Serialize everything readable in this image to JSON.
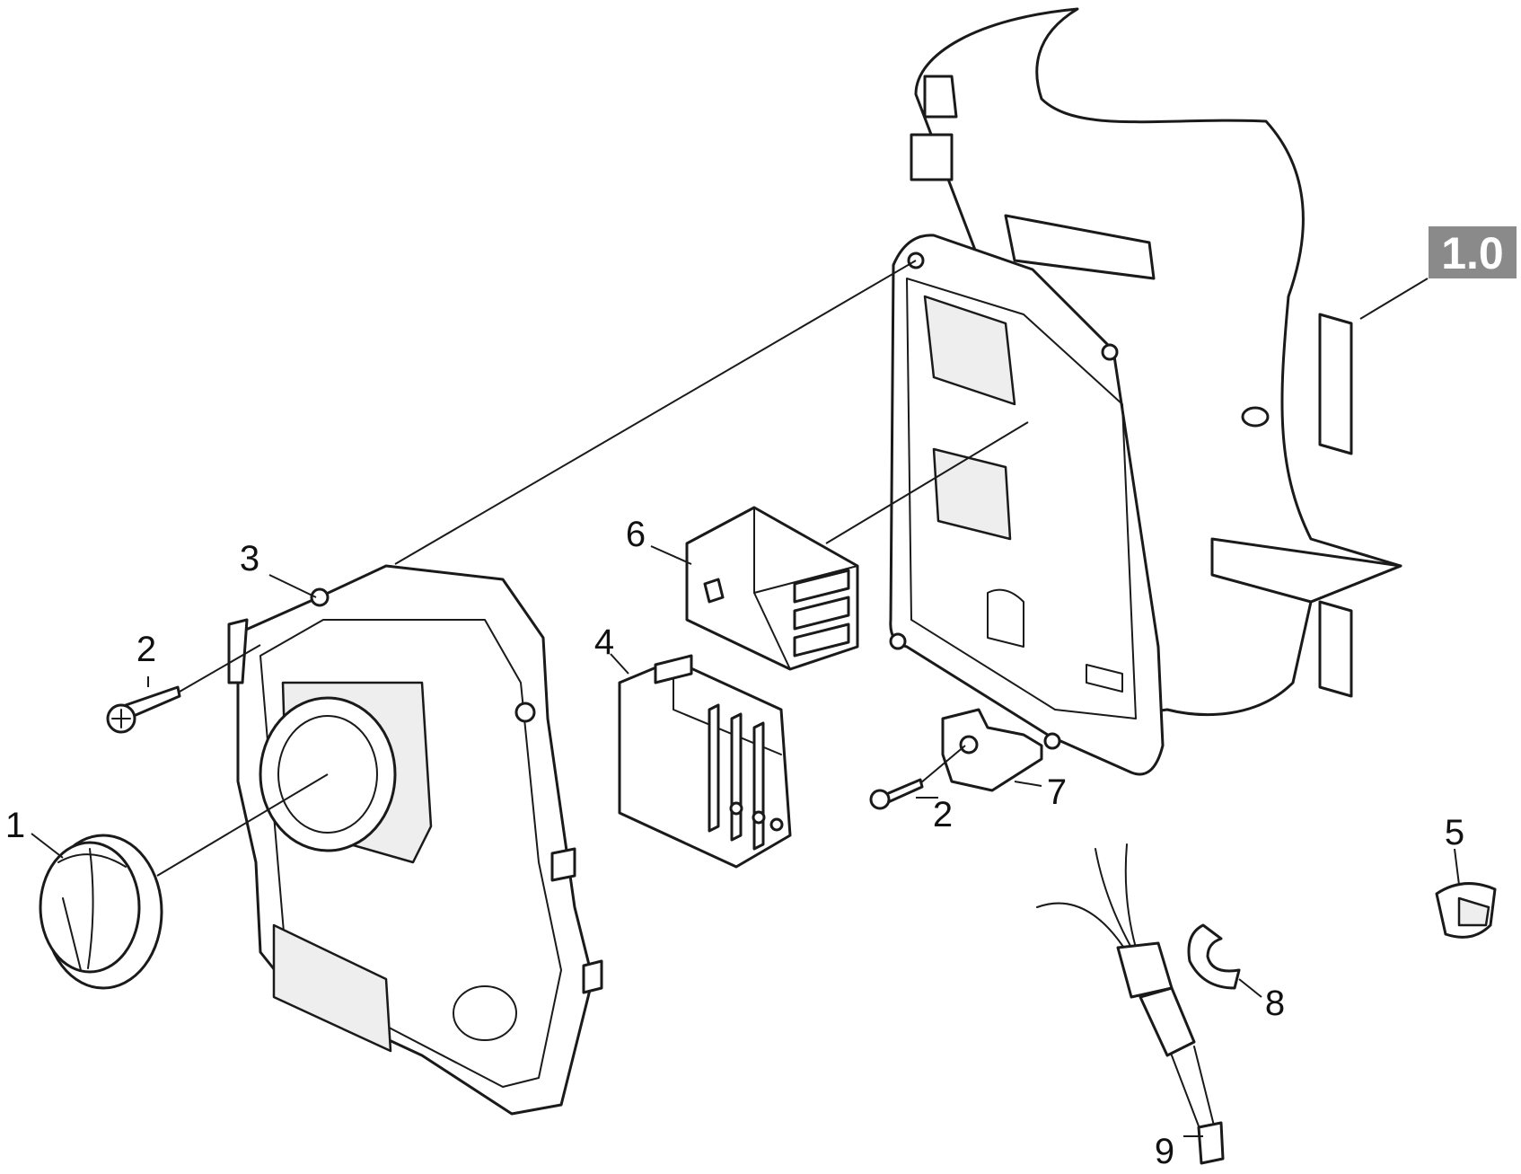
{
  "section_badge": {
    "text": "1.0",
    "color": "#8a8a8a"
  },
  "callouts": [
    {
      "id": "1",
      "text": "1"
    },
    {
      "id": "2a",
      "text": "2"
    },
    {
      "id": "3",
      "text": "3"
    },
    {
      "id": "6",
      "text": "6"
    },
    {
      "id": "4",
      "text": "4"
    },
    {
      "id": "2b",
      "text": "2"
    },
    {
      "id": "7",
      "text": "7"
    },
    {
      "id": "5",
      "text": "5"
    },
    {
      "id": "8",
      "text": "8"
    },
    {
      "id": "9",
      "text": "9"
    }
  ]
}
